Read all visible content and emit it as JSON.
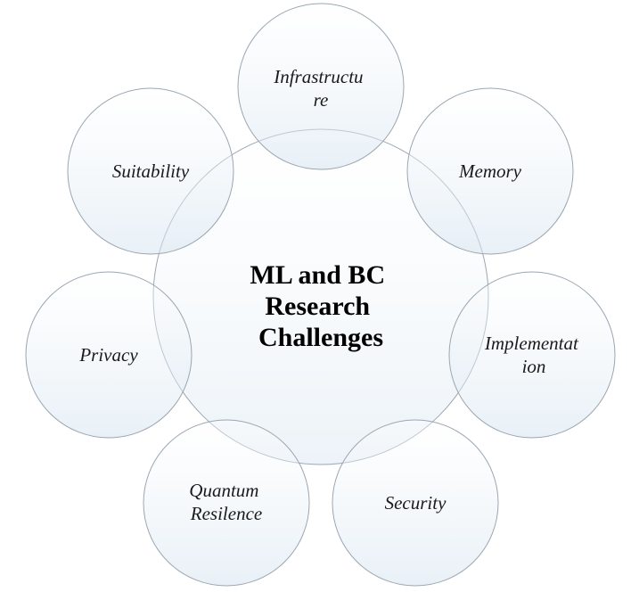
{
  "diagram": {
    "center": {
      "lines": [
        "ML and BC",
        "Research",
        "Challenges"
      ]
    },
    "nodes": [
      {
        "id": "infrastructure",
        "lines": [
          "Infrastructu",
          "re"
        ]
      },
      {
        "id": "memory",
        "lines": [
          "Memory"
        ]
      },
      {
        "id": "implementation",
        "lines": [
          "Implementat",
          "ion"
        ]
      },
      {
        "id": "security",
        "lines": [
          "Security"
        ]
      },
      {
        "id": "quantum-resilence",
        "lines": [
          "Quantum",
          "Resilence"
        ]
      },
      {
        "id": "privacy",
        "lines": [
          "Privacy"
        ]
      },
      {
        "id": "suitability",
        "lines": [
          "Suitability"
        ]
      }
    ],
    "colors": {
      "circle_fill_light": "#ffffff",
      "circle_fill_dark": "#dde9f3",
      "circle_stroke": "#9aa6b2"
    }
  }
}
